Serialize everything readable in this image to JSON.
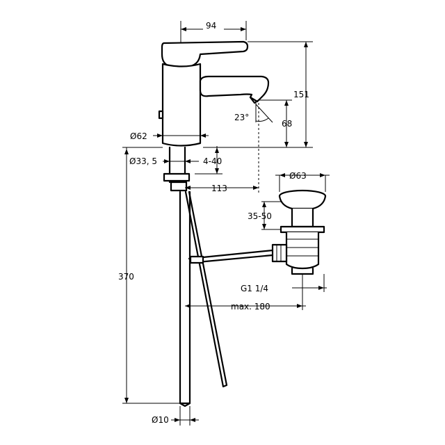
{
  "dimensions": {
    "lever_width": "94",
    "total_height": "151",
    "spout_angle": "23°",
    "spout_height": "68",
    "body_diameter": "Ø62",
    "hole_diameter": "Ø33, 5",
    "deck_thickness": "4-40",
    "spout_reach": "113",
    "waste_diameter": "Ø63",
    "waste_range": "35-50",
    "waste_thread": "G1 1/4",
    "rod_max": "max. 180",
    "hose_length": "370",
    "hose_diameter": "Ø10"
  }
}
